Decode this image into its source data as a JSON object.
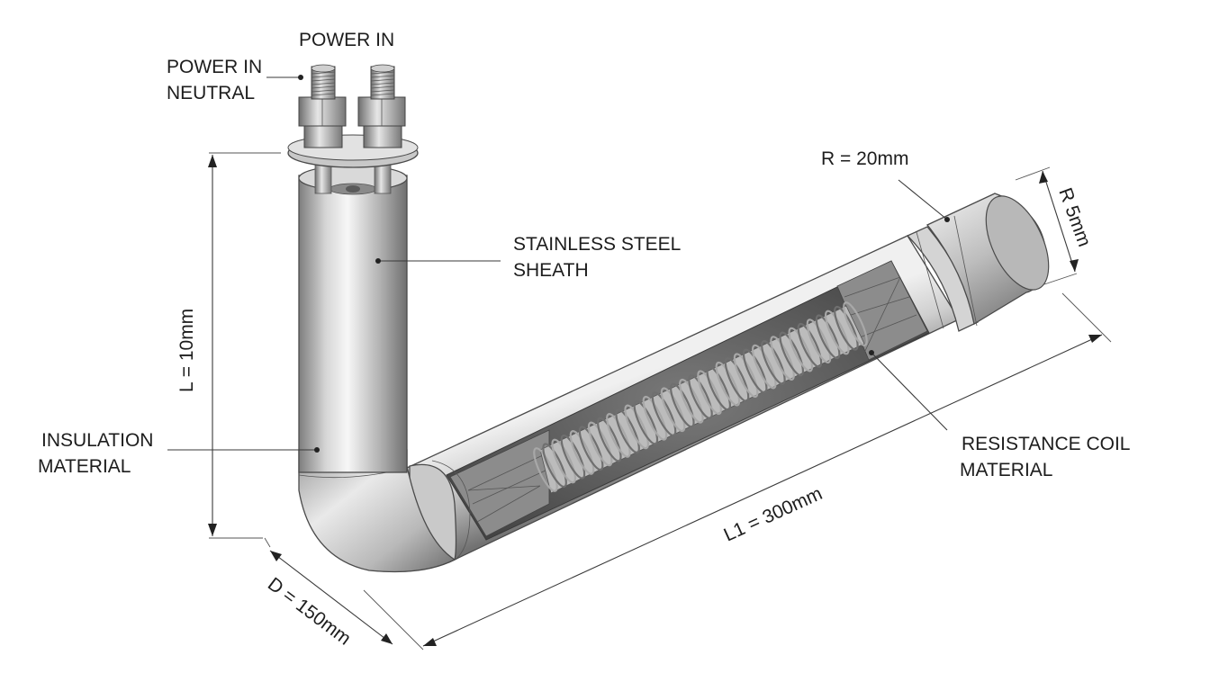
{
  "labels": {
    "power_in_top": "POWER IN",
    "power_in_neutral_line1": "POWER IN",
    "power_in_neutral_line2": "NEUTRAL",
    "sheath_line1": "STAINLESS STEEL",
    "sheath_line2": "SHEATH",
    "insulation_line1": "INSULATION",
    "insulation_line2": "MATERIAL",
    "coil_line1": "RESISTANCE COIL",
    "coil_line2": "MATERIAL"
  },
  "dimensions": {
    "length_vertical": "L = 10mm",
    "length_horizontal": "L1 = 300mm",
    "diameter": "D = 150mm",
    "radius_outer": "R = 20mm",
    "radius_inner": "R 5mm"
  },
  "colors": {
    "steel_light": "#f2f2f2",
    "steel_mid": "#c4c4c4",
    "steel_dark": "#7a7a7a",
    "coil": "#9a9a9a",
    "cavity": "#5c5c5c"
  }
}
